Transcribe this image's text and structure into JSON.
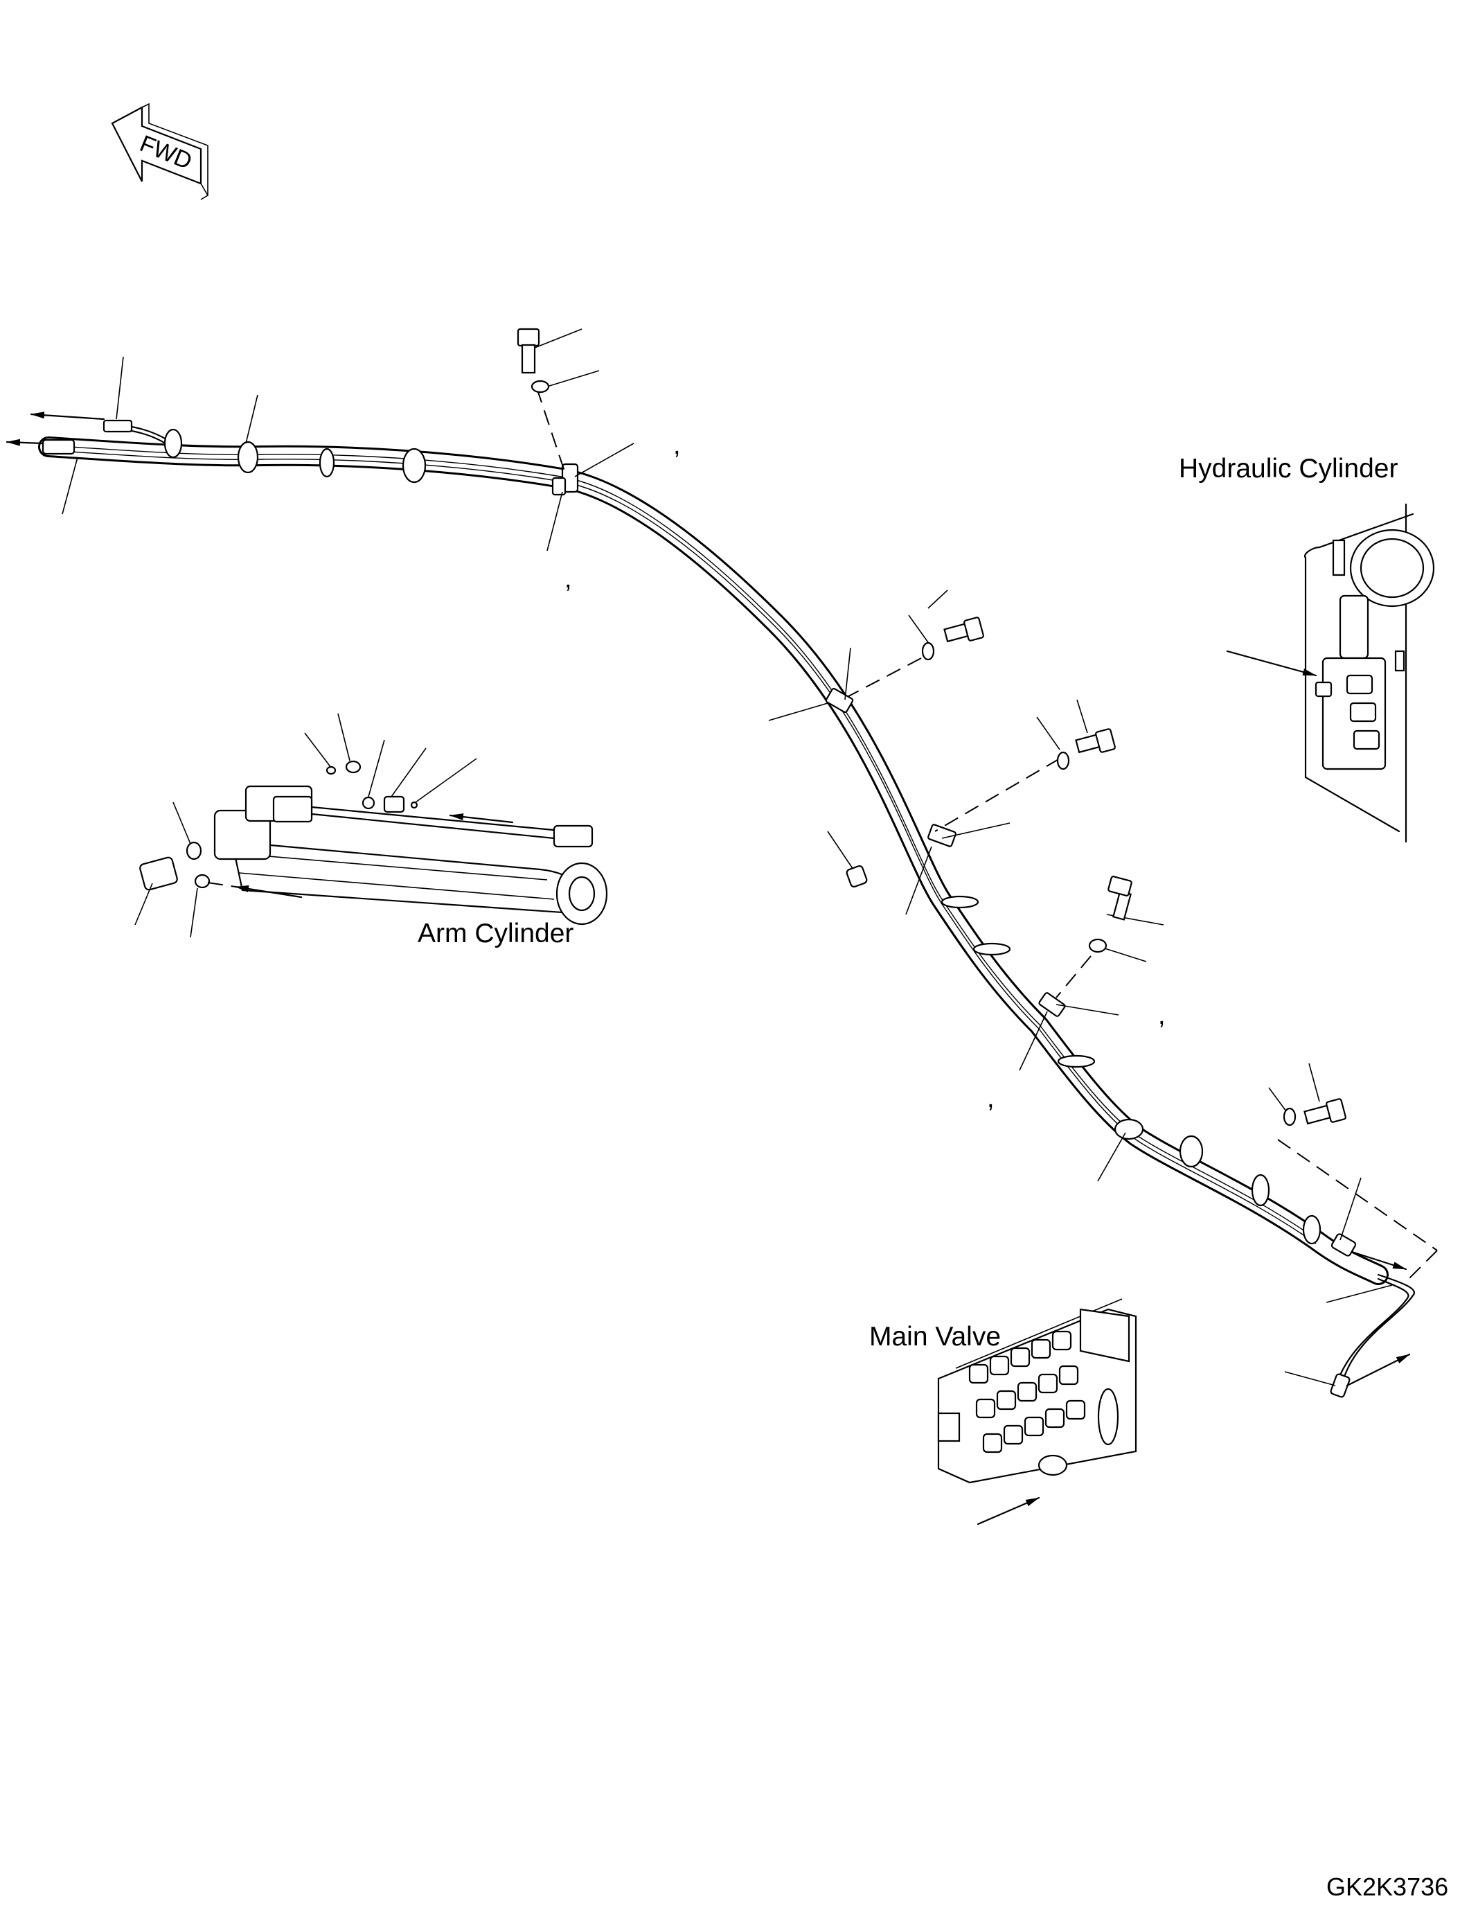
{
  "labels": {
    "hydraulic_cylinder": "Hydraulic Cylinder",
    "arm_cylinder": "Arm Cylinder",
    "main_valve": "Main Valve",
    "fwd": "FWD",
    "drawing_code": "GK2K3736",
    "comma": ","
  }
}
